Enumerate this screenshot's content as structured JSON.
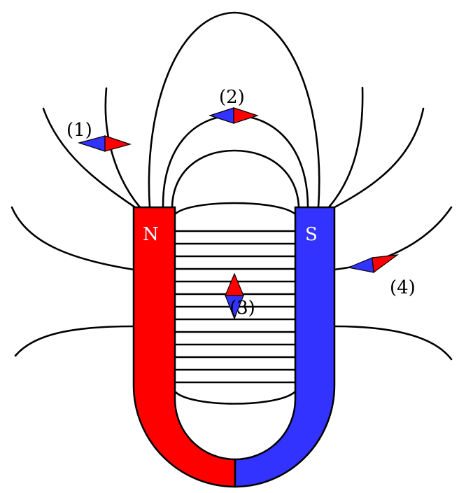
{
  "magnet": {
    "north_label": "N",
    "south_label": "S",
    "north_color": "#ff0000",
    "south_color": "#3333ff"
  },
  "needles": {
    "n1": {
      "label": "(1)"
    },
    "n2": {
      "label": "(2)"
    },
    "n3": {
      "label": "(3)"
    },
    "n4": {
      "label": "(4)"
    }
  },
  "colors": {
    "needle_north": "#ff0000",
    "needle_south": "#3333ff",
    "field_line": "#000000"
  }
}
